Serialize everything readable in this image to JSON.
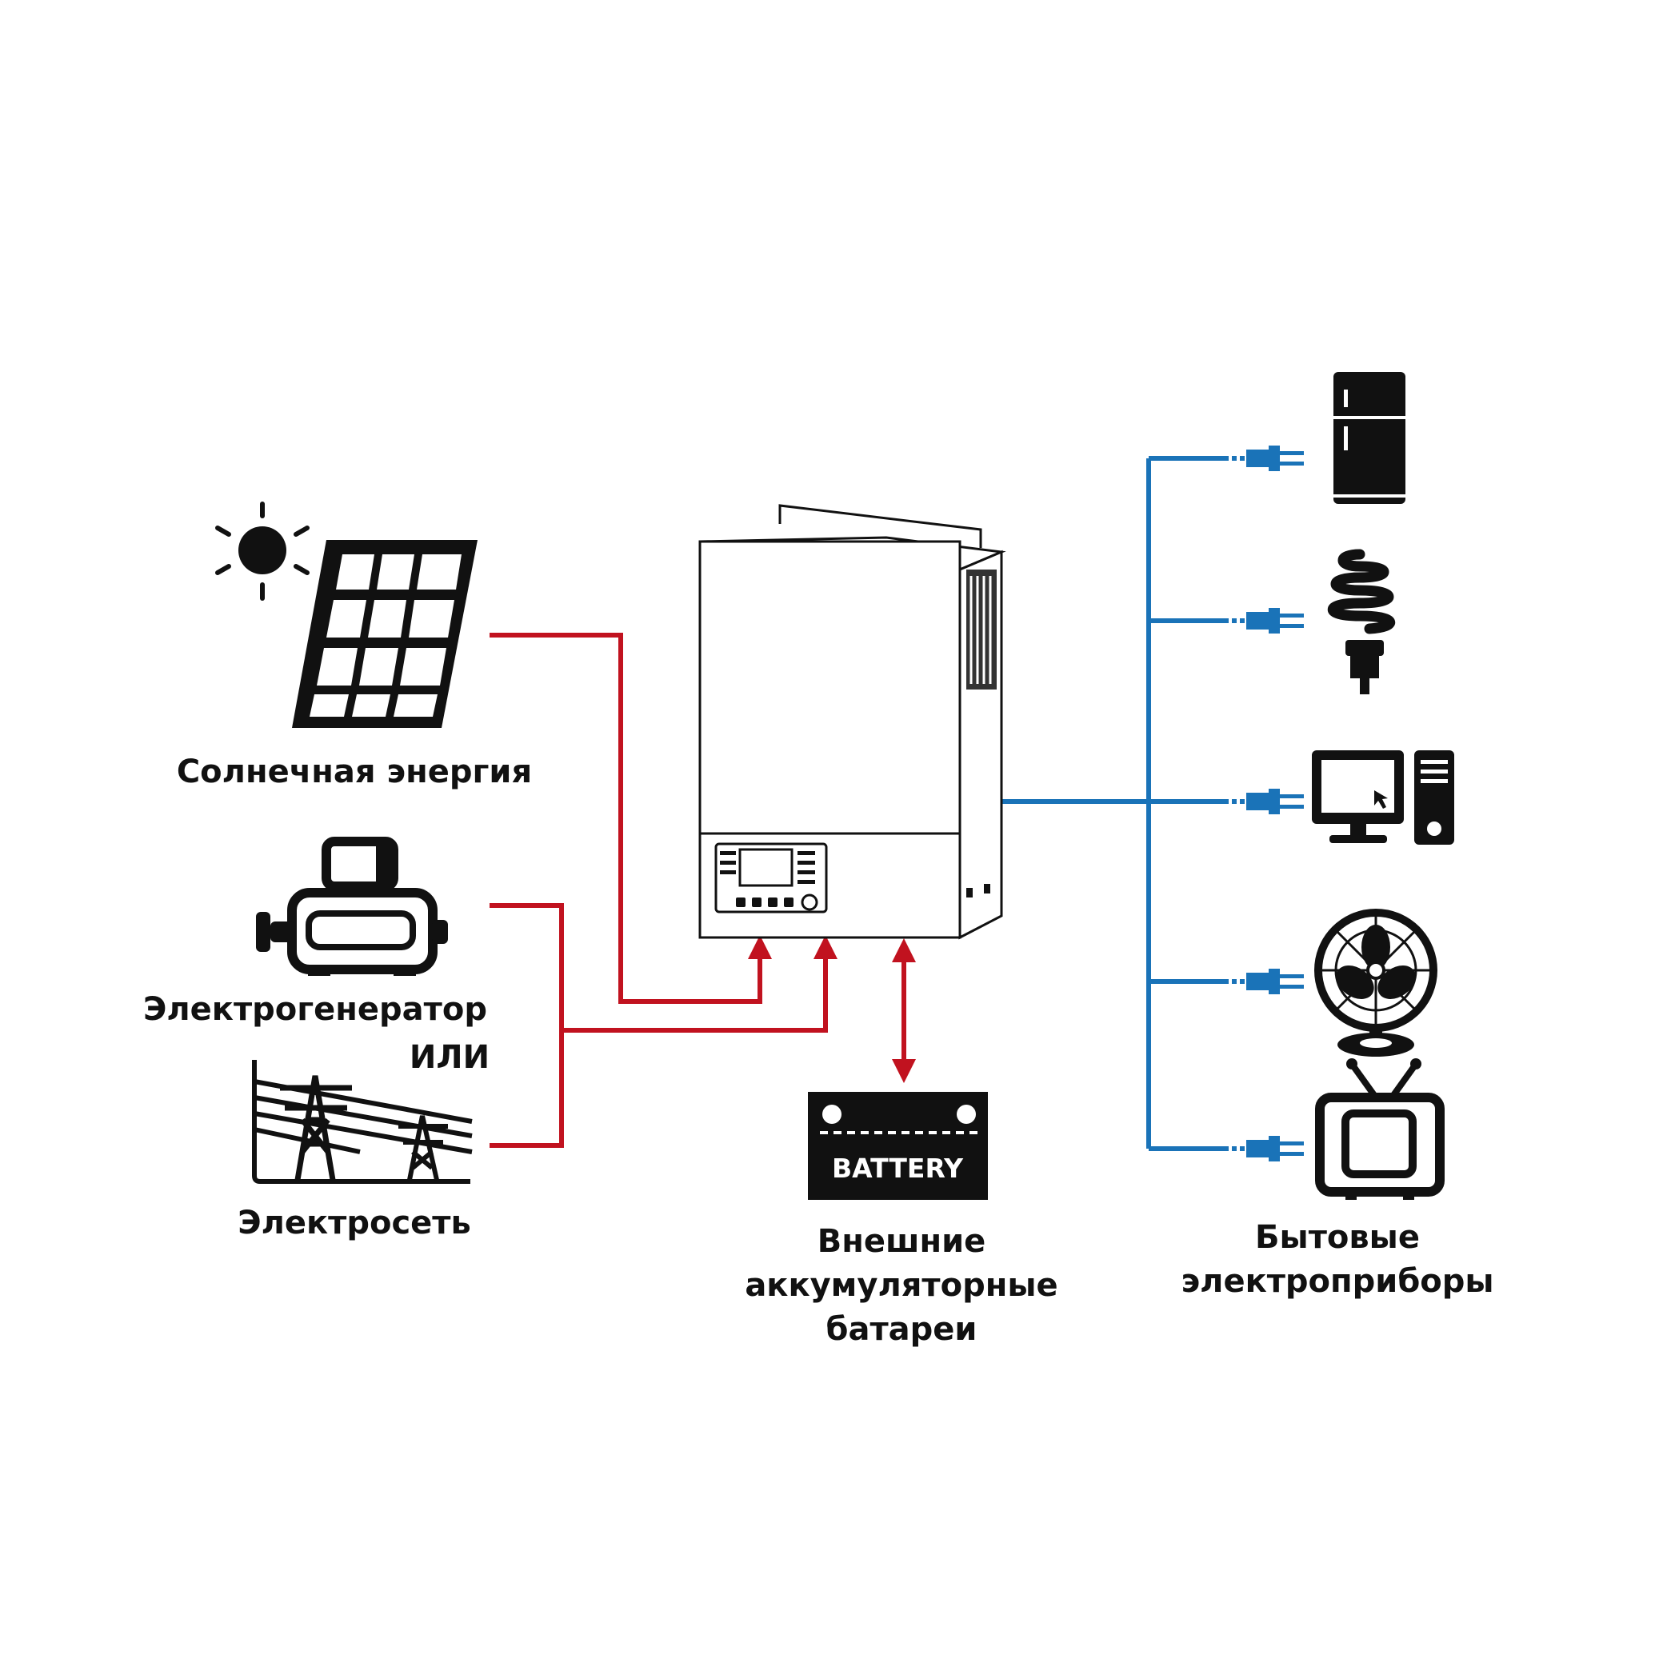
{
  "labels": {
    "solar": "Солнечная энергия",
    "generator": "Электрогенератор",
    "or": "ИЛИ",
    "grid": "Электросеть",
    "battery_box": "BATTERY",
    "battery_line1": "Внешние",
    "battery_line2": "аккумуляторные",
    "battery_line3": "батареи",
    "appliances_line1": "Бытовые",
    "appliances_line2": "электроприборы"
  },
  "colors": {
    "input_wire": "#c1121f",
    "output_wire": "#1a73b8",
    "outline": "#111111"
  },
  "icons": {
    "source_1": "sun-icon",
    "source_2": "solar-panel-icon",
    "source_3": "generator-icon",
    "source_4": "power-lines-icon",
    "device": "hybrid-inverter",
    "storage": "battery-icon",
    "load_1": "refrigerator-icon",
    "load_2": "cfl-bulb-icon",
    "load_3": "computer-icon",
    "load_4": "fan-icon",
    "load_5": "tv-icon"
  }
}
